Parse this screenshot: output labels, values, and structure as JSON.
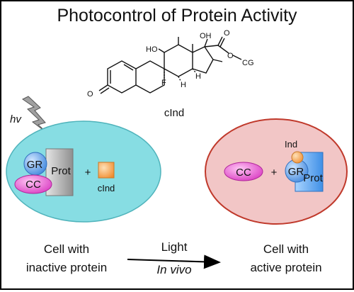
{
  "title": "Photocontrol of Protein Activity",
  "molecule": {
    "name": "cInd",
    "atoms": {
      "ho1": "HO",
      "oh2": "OH",
      "f": "F",
      "h1": "H",
      "h2": "H",
      "o_ketone": "O",
      "o_side": "O",
      "o_ester": "O",
      "cg": "CG"
    }
  },
  "light_symbol": "hv",
  "left_cell": {
    "gr": "GR",
    "prot": "Prot",
    "cc": "CC",
    "plus": "+",
    "ligand": "cInd"
  },
  "right_cell": {
    "ligand": "Ind",
    "cc": "CC",
    "plus": "+",
    "gr": "GR",
    "prot": "Prot"
  },
  "captions": {
    "left_line1": "Cell with",
    "left_line2": "inactive protein",
    "arrow_top": "Light",
    "arrow_bottom": "In vivo",
    "right_line1": "Cell with",
    "right_line2": "active protein"
  },
  "colors": {
    "left_cell_fill": "#87dde3",
    "right_cell_fill": "#f2c6c6",
    "right_cell_border": "#c0392b",
    "gr_blue": "#4a90e2",
    "prot_gray": "#a9a9a9",
    "prot_blue": "#5aa9f0",
    "cc_pink": "#e040c8",
    "ligand_orange": "#f5a04a",
    "bolt_gray": "#9a9a9a"
  }
}
